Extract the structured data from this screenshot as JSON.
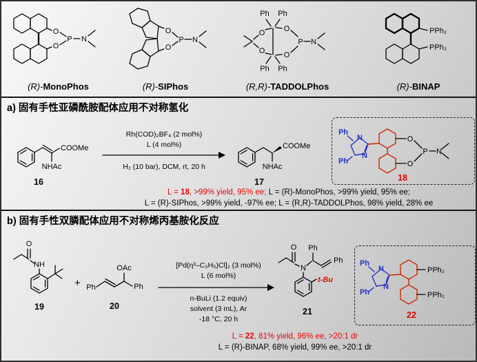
{
  "atoms": {
    "O": "O",
    "P": "P",
    "N": "N",
    "NH": "NH",
    "Ph": "Ph",
    "PPh2": "PPh₂",
    "COOMe": "COOMe",
    "NHAc": "NHAc",
    "OAc": "OAc",
    "tBu": "t-Bu",
    "plus": "+"
  },
  "ligand_row": {
    "monophos": {
      "prefix": "(R)-",
      "name": "MonoPhos"
    },
    "siphos": {
      "prefix": "(R)-",
      "name": "SIPhos"
    },
    "taddolphos": {
      "prefix": "(R,R)-",
      "name": "TADDOLPhos"
    },
    "binap": {
      "prefix": "(R)-",
      "name": "BINAP"
    }
  },
  "section_a": {
    "heading": "a) 固有手性亚磷酰胺配体应用不对称氢化",
    "num16": "16",
    "num17": "17",
    "num18": "18",
    "cond_above1": "Rh(COD)₂BF₄ (2 mol%)",
    "cond_above2": "L (4 mol%)",
    "cond_below1": "H₂ (10 bar), DCM, rt, 20 h",
    "res1_red_a": "L = ",
    "res1_red_b": "18",
    "res1_red_c": ", >99% yield, 95% ee;",
    "res1_black": " L = (R)-MonoPhos, >99% yield, 95% ee;",
    "res2": "L = (R)-SIPhos, >99% yield, -97% ee; L = (R,R)-TADDOLPhos, 98% yield, 28% ee"
  },
  "section_b": {
    "heading": "b) 固有手性双膦配体应用不对称烯丙基胺化反应",
    "num19": "19",
    "num20": "20",
    "num21": "21",
    "num22": "22",
    "cond_above1": "[Pd(η³–C₃H₅)Cl]₂ (3 mol%)",
    "cond_above2": "L (6 mol%)",
    "cond_below1": "n-BuLi (1.2 equiv)",
    "cond_below2": "solvent (3 mL), Ar",
    "cond_below3": "-18 °C, 20 h",
    "res1_red_a": "L = ",
    "res1_red_b": "22",
    "res1_red_c": ", 81% yield, 96% ee, >20:1 dr",
    "res2": "L = (R)-BINAP, 68% yield, 99% ee, >20:1 dr"
  }
}
